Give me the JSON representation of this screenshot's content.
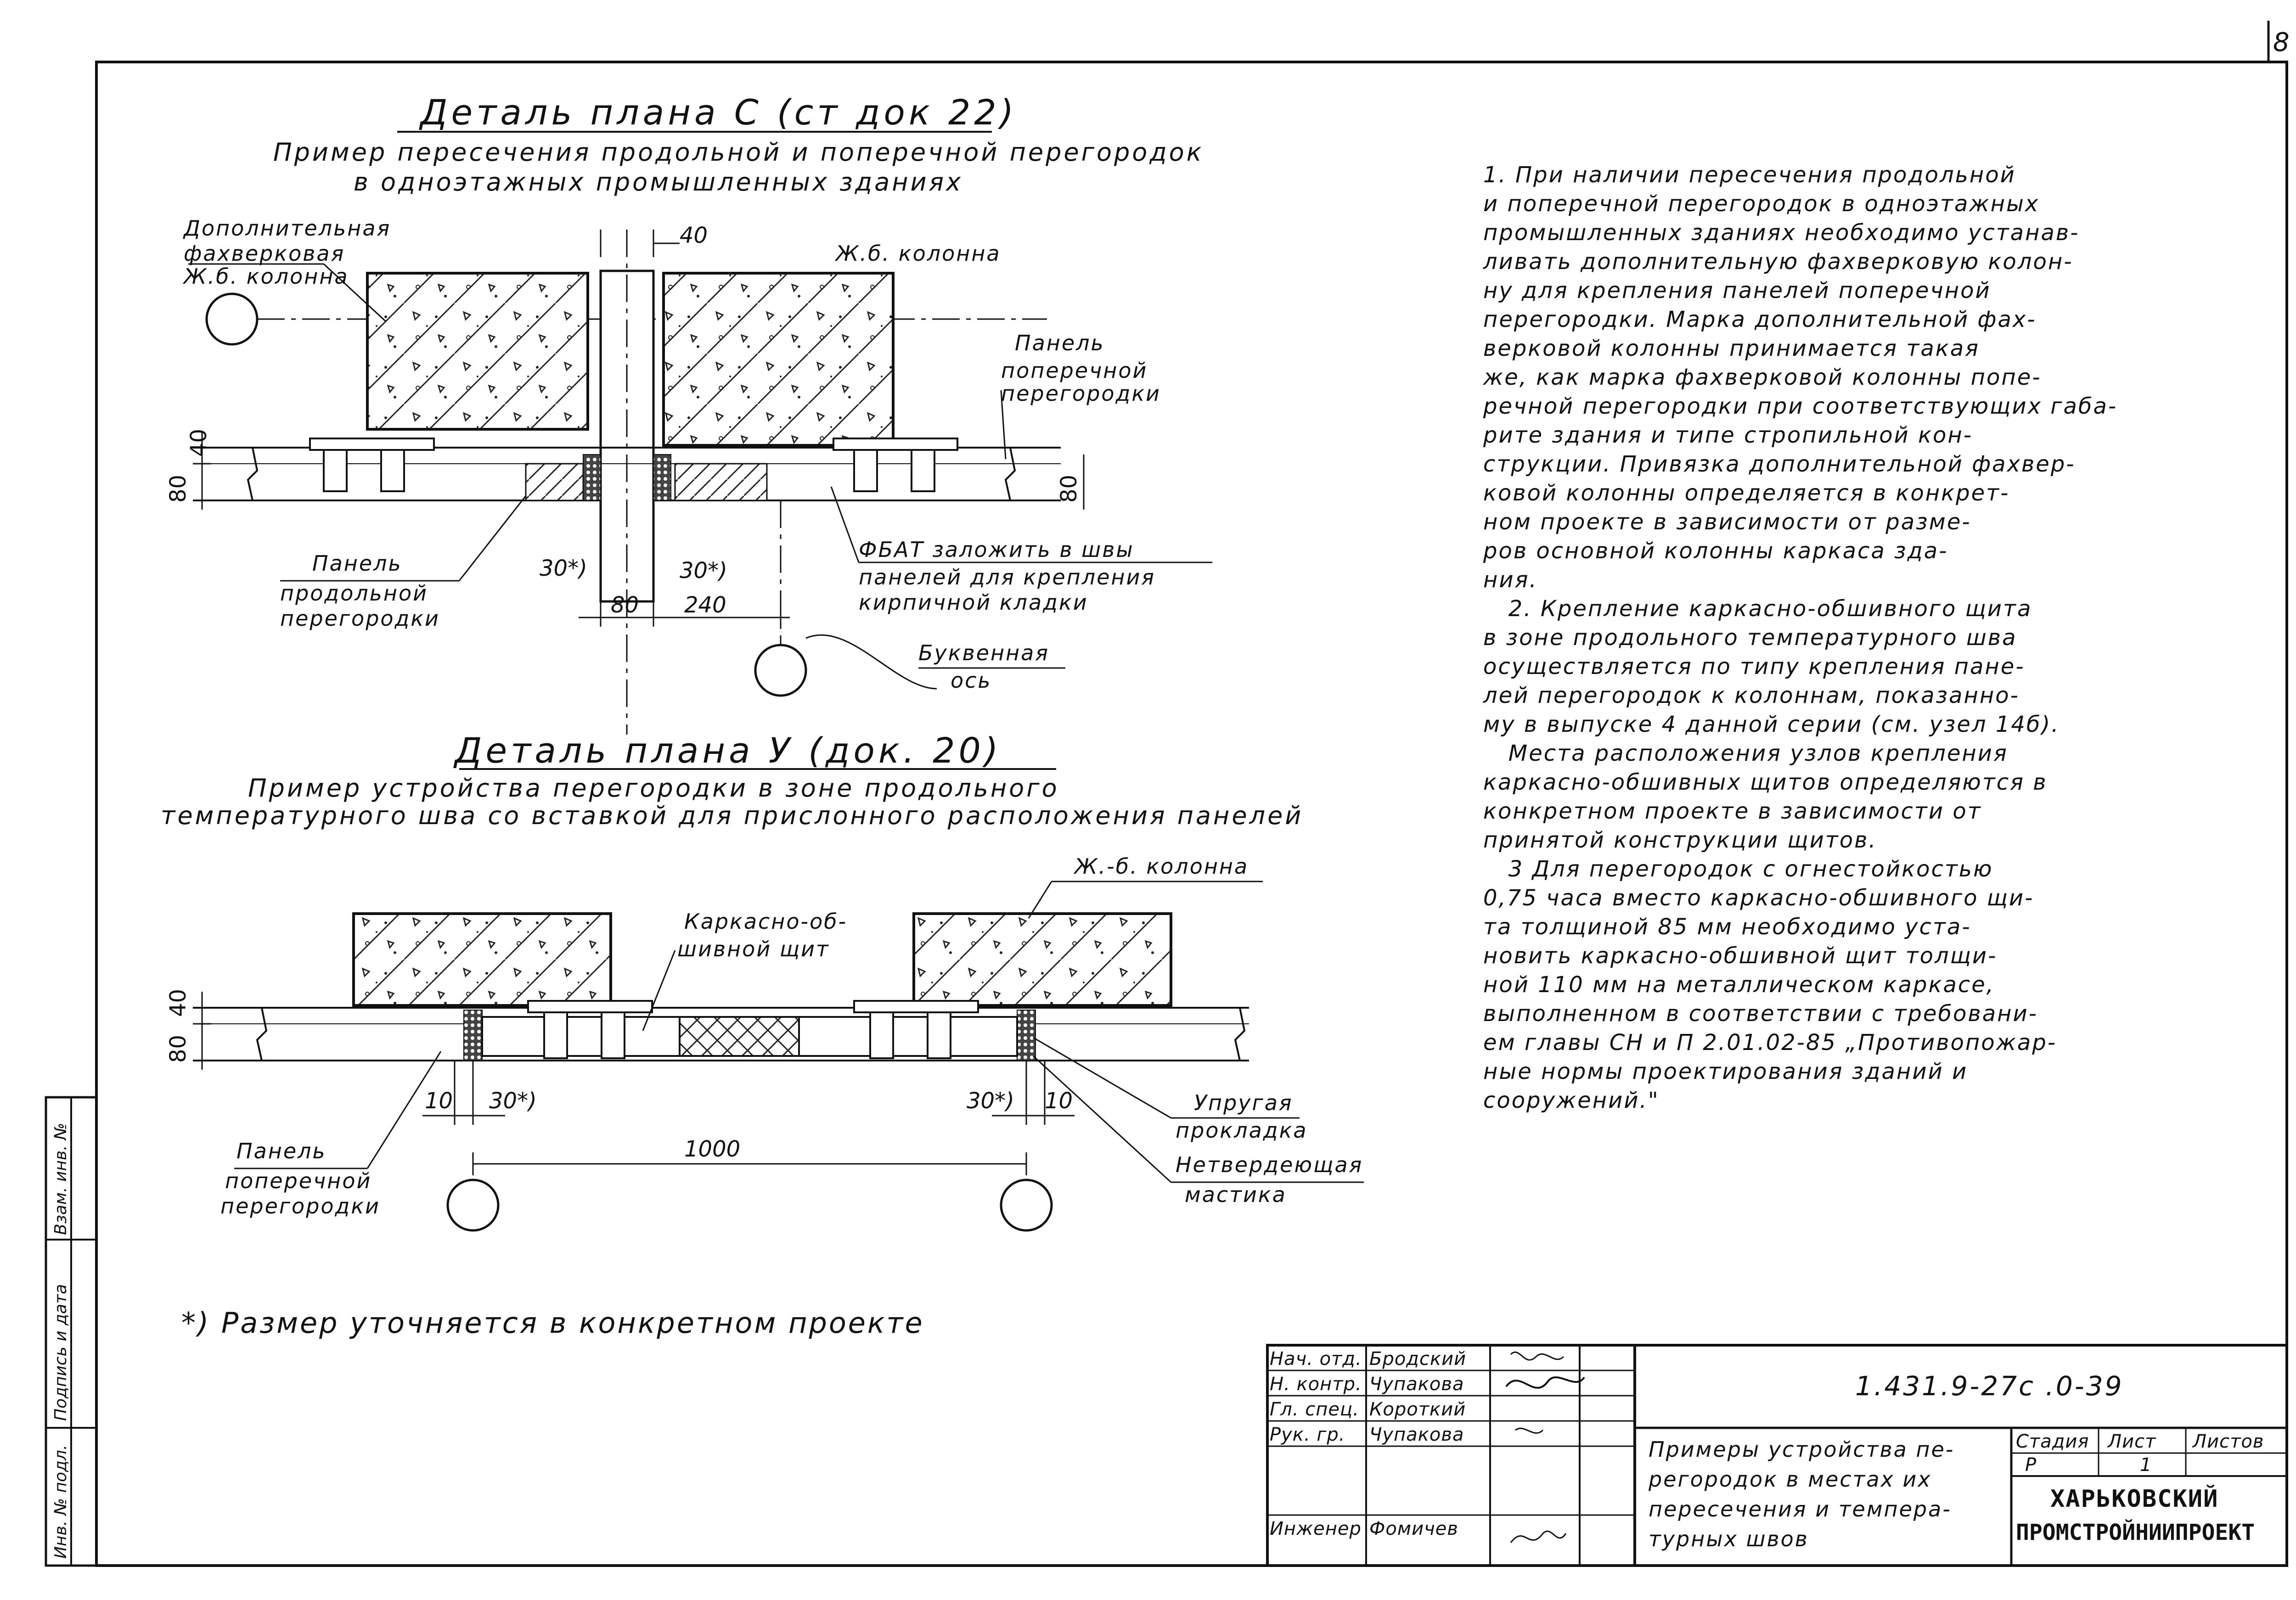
{
  "page_number": "8",
  "detail_c": {
    "title": "Деталь плана С (ст док 22)",
    "subtitle_1": "Пример пересечения продольной и поперечной перегородок",
    "subtitle_2": "в одноэтажных промышленных зданиях",
    "label_add_column_1": "Дополнительная",
    "label_add_column_2": "фахверковая",
    "label_add_column_3": "Ж.б. колонна",
    "label_column": "Ж.б. колонна",
    "label_panel_cross_1": "Панель",
    "label_panel_cross_2": "поперечной",
    "label_panel_cross_3": "перегородки",
    "label_panel_long_1": "Панель",
    "label_panel_long_2": "продольной",
    "label_panel_long_3": "перегородки",
    "label_fbat_1": "ФБАТ заложить в швы",
    "label_fbat_2": "панелей для крепления",
    "label_fbat_3": "кирпичной кладки",
    "label_axis_1": "Буквенная",
    "label_axis_2": "ось",
    "dim_40_top": "40",
    "dim_80": "80",
    "dim_40_left": "40",
    "dim_80_left": "80",
    "dim_80_right": "80",
    "dim_30_left": "30*)",
    "dim_30_right": "30*)",
    "dim_80_bottom": "80",
    "dim_240": "240"
  },
  "detail_u": {
    "title": "Деталь плана У (док. 20)",
    "subtitle_1": "Пример устройства перегородки в зоне продольного",
    "subtitle_2": "температурного шва со вставкой для прислонного расположения панелей",
    "label_column": "Ж.-б. колонна",
    "label_shield_1": "Каркасно-об-",
    "label_shield_2": "шивной щит",
    "label_panel_1": "Панель",
    "label_panel_2": "поперечной",
    "label_panel_3": "перегородки",
    "label_gasket_1": "Упругая",
    "label_gasket_2": "прокладка",
    "label_mastic_1": "Нетвердеющая",
    "label_mastic_2": "мастика",
    "dim_40": "40",
    "dim_80": "80",
    "dim_10_left": "10",
    "dim_30_left": "30*)",
    "dim_30_right": "30*)",
    "dim_10_right": "10",
    "dim_1000": "1000"
  },
  "footnote": "*) Размер уточняется в конкретном проекте",
  "notes": "1. При наличии пересечения продольной\nи поперечной перегородок в одноэтажных\nпромышленных зданиях необходимо устанав-\nливать дополнительную фахверковую колон-\nну для крепления панелей поперечной\nперегородки. Марка дополнительной фах-\nверковой колонны принимается такая\nже, как марка фахверковой колонны попе-\nречной перегородки при соответствующих габа-\nрите здания и типе стропильной кон-\nструкции. Привязка дополнительной фахвер-\nковой колонны определяется в конкрет-\nном проекте в зависимости от разме-\nров основной колонны каркаса зда-\nния.\n   2. Крепление каркасно-обшивного щита\nв зоне продольного температурного шва\nосуществляется по типу крепления пане-\nлей перегородок к колоннам, показанно-\nму в выпуске 4 данной серии (см. узел 14б).\n   Места расположения узлов крепления\nкаркасно-обшивных щитов определяются в\nконкретном проекте в зависимости от\nпринятой конструкции щитов.\n   3 Для перегородок с огнестойкостью\n0,75 часа вместо каркасно-обшивного щи-\nта толщиной 85 мм необходимо уста-\nновить каркасно-обшивной щит толщи-\nной 110 мм на металлическом каркасе,\nвыполненном в соответствии с требовани-\nем главы СН и П 2.01.02-85 „Противопожар-\nные нормы проектирования зданий и\nсооружений.\"",
  "side_stamp": {
    "inv_orig": "Инв. № подл.",
    "sign_date": "Подпись и дата",
    "inv_dup": "Взам. инв. №"
  },
  "title_block": {
    "document_code": "1.431.9-27с .0-39",
    "roles": [
      "Нач. отд.",
      "Н. контр.",
      "Гл. спец.",
      "Рук. гр.",
      "",
      "Инженер"
    ],
    "names": [
      "Бродский",
      "Чупакова",
      "Короткий",
      "Чупакова",
      "",
      "Фомичев"
    ],
    "title_1": "Примеры устройства пе-",
    "title_2": "регородок в местах их",
    "title_3": "пересечения и темпера-",
    "title_4": "турных швов",
    "stage_label": "Стадия",
    "sheet_label": "Лист",
    "sheets_label": "Листов",
    "stage_value": "Р",
    "sheet_value": "1",
    "sheets_value": "",
    "org_1": "ХАРЬКОВСКИЙ",
    "org_2": "ПРОМСТРОЙНИИПРОЕКТ"
  }
}
